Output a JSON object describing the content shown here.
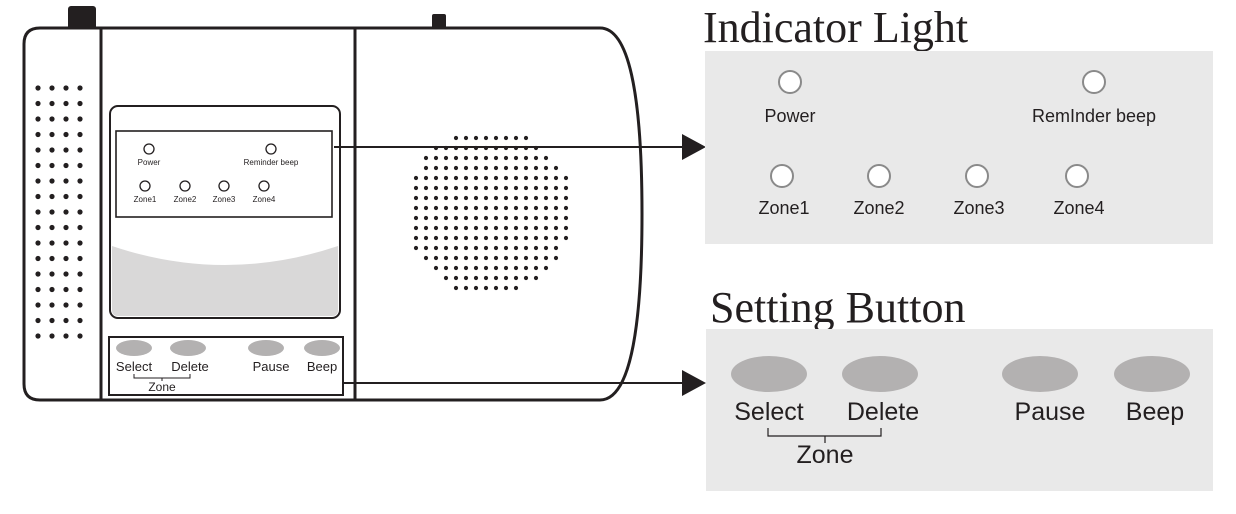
{
  "device": {
    "indicators": {
      "power": "Power",
      "reminder": "Reminder beep",
      "zones": [
        "Zone1",
        "Zone2",
        "Zone3",
        "Zone4"
      ]
    },
    "buttons": {
      "select": "Select",
      "delete": "Delete",
      "pause": "Pause",
      "beep": "Beep",
      "zone_group": "Zone"
    }
  },
  "indicator_panel": {
    "title": "Indicator Light",
    "power": "Power",
    "reminder": "RemInder beep",
    "zones": [
      "Zone1",
      "Zone2",
      "Zone3",
      "Zone4"
    ]
  },
  "button_panel": {
    "title": "Setting Button",
    "select": "Select",
    "delete": "Delete",
    "pause": "Pause",
    "beep": "Beep",
    "zone_group": "Zone"
  }
}
